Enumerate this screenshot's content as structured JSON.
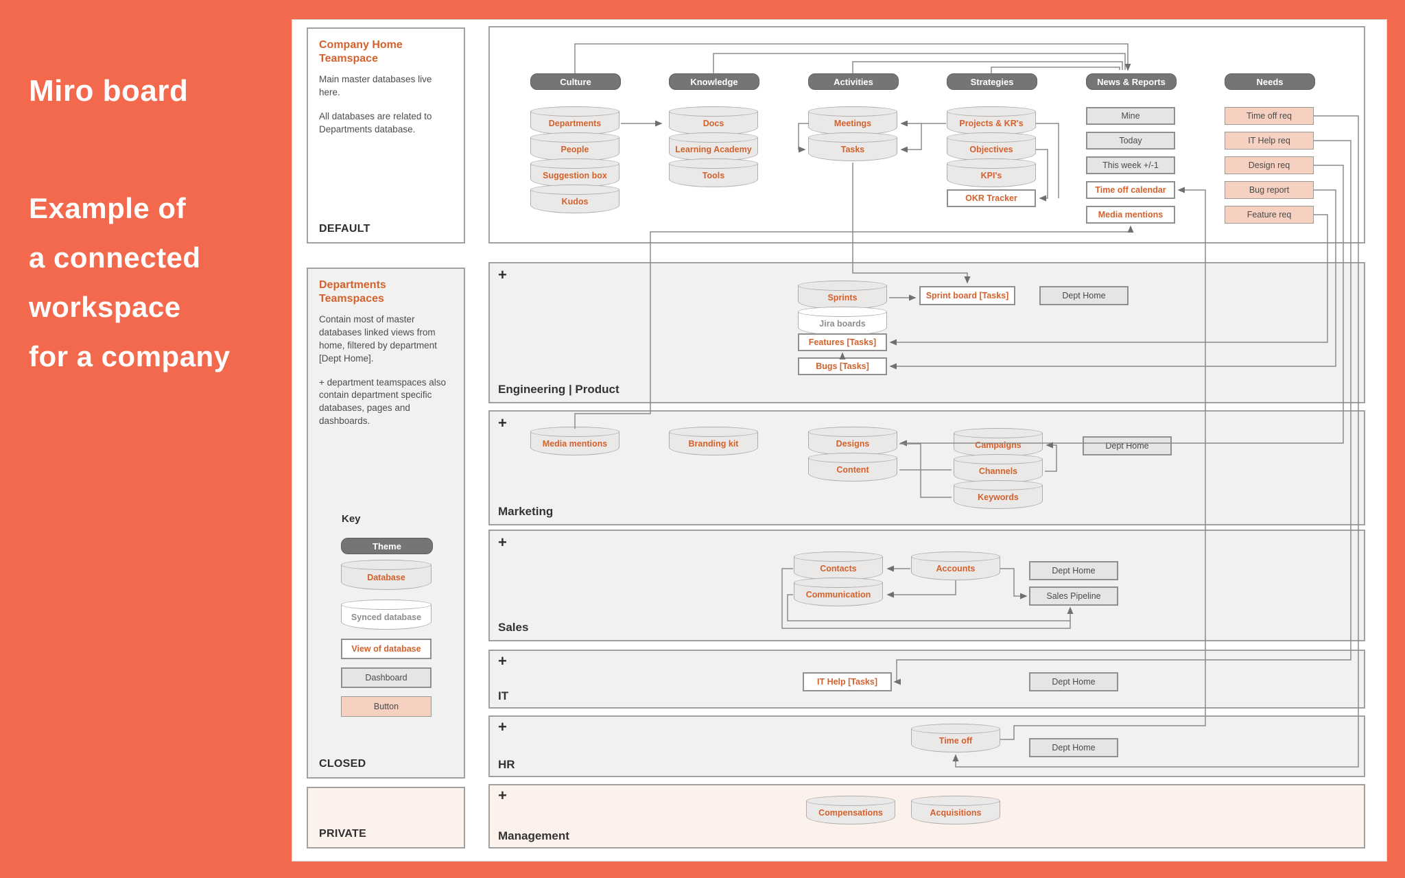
{
  "poster": {
    "title": "Miro board",
    "subtitle_lines": [
      "Example of",
      "a connected",
      "workspace",
      "for a company"
    ]
  },
  "panels": {
    "company_home": {
      "title": "Company Home Teamspace",
      "para1": "Main master databases live here.",
      "para2": "All databases are related to Departments database.",
      "footer": "DEFAULT"
    },
    "departments": {
      "title": "Departments Teamspaces",
      "para1": "Contain most of master databases linked views from home, filtered by department [Dept Home].",
      "para2": "+ department teamspaces also contain department specific databases, pages and dashboards.",
      "key_title": "Key",
      "footer": "CLOSED"
    },
    "private": {
      "footer": "PRIVATE"
    }
  },
  "key": {
    "theme": "Theme",
    "database": "Database",
    "synced": "Synced database",
    "view": "View of database",
    "dashboard": "Dashboard",
    "button": "Button"
  },
  "headers": {
    "culture": "Culture",
    "knowledge": "Knowledge",
    "activities": "Activities",
    "strategies": "Strategies",
    "news": "News & Reports",
    "needs": "Needs"
  },
  "nodes": {
    "departments": "Departments",
    "people": "People",
    "suggestion_box": "Suggestion box",
    "kudos": "Kudos",
    "docs": "Docs",
    "learning_academy": "Learning Academy",
    "tools": "Tools",
    "meetings": "Meetings",
    "tasks": "Tasks",
    "projects_krs": "Projects & KR's",
    "objectives": "Objectives",
    "kpis": "KPI's",
    "okr_tracker": "OKR Tracker",
    "mine": "Mine",
    "today": "Today",
    "this_week": "This week +/-1",
    "time_off_calendar": "Time off calendar",
    "media_mentions_view": "Media mentions",
    "time_off_req": "Time off req",
    "it_help_req": "IT Help req",
    "design_req": "Design req",
    "bug_report": "Bug report",
    "feature_req": "Feature req",
    "sprints": "Sprints",
    "jira_boards": "Jira boards",
    "features_tasks": "Features [Tasks]",
    "bugs_tasks": "Bugs [Tasks]",
    "sprint_board": "Sprint board [Tasks]",
    "media_mentions": "Media mentions",
    "branding_kit": "Branding kit",
    "designs": "Designs",
    "content": "Content",
    "campaigns": "Campaigns",
    "channels": "Channels",
    "keywords": "Keywords",
    "contacts": "Contacts",
    "communication": "Communication",
    "accounts": "Accounts",
    "sales_pipeline": "Sales Pipeline",
    "it_help_tasks": "IT Help [Tasks]",
    "time_off": "Time off",
    "compensations": "Compensations",
    "acquisitions": "Acquisitions",
    "dept_home": "Dept Home"
  },
  "rows": {
    "plus": "+",
    "engineering": "Engineering | Product",
    "marketing": "Marketing",
    "sales": "Sales",
    "it": "IT",
    "hr": "HR",
    "management": "Management"
  },
  "colors": {
    "background": "#f2694e",
    "accent_text": "#d4612c",
    "theme_fill": "#757574",
    "button_fill": "#f6d0c0",
    "section_fill": "#f1f1f0",
    "private_fill": "#fdf1ec"
  }
}
